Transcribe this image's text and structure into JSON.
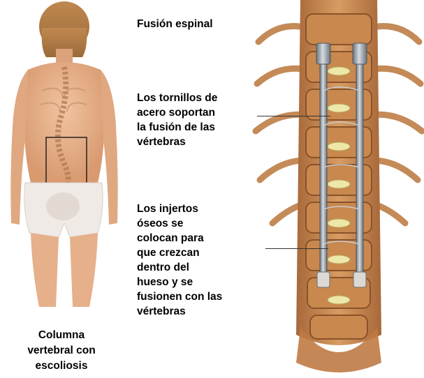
{
  "title": "Fusión espinal",
  "screws_label": [
    "Los tornillos de",
    "acero soportan",
    "la fusión de las",
    "vértebras"
  ],
  "grafts_label": [
    "Los injertos",
    "óseos se",
    "colocan para",
    "que crezcan",
    "dentro del",
    "hueso y se",
    "fusionen con las",
    "vértebras"
  ],
  "caption": [
    "Columna",
    "vertebral con",
    "escoliosis"
  ],
  "colors": {
    "skin": "#e8b48a",
    "bone": "#c98a52",
    "rod": "#8e97a0",
    "disc": "#ede7a8",
    "text": "#000000"
  }
}
